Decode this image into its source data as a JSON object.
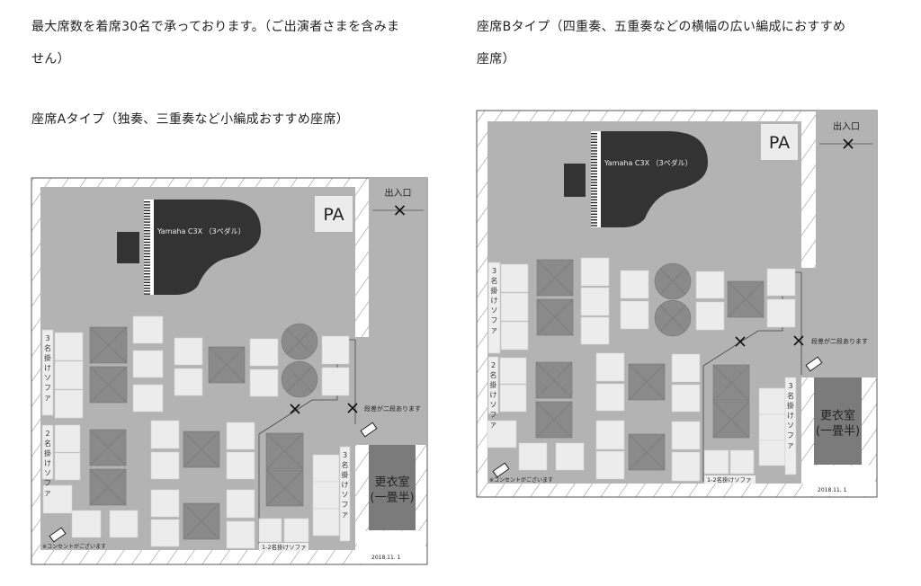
{
  "left_column": {
    "intro": "最大席数を着席30名で承っております。（ご出演者さまを含みません）",
    "intro_line1": "最大席数を着席30名で承っております。（ご出演者さまを含みま",
    "intro_line2": "せん）",
    "type_a_heading": "座席Aタイプ（独奏、三重奏など小編成おすすめ座席）"
  },
  "right_column": {
    "type_b_line1": "座席Bタイプ（四重奏、五重奏などの横幅の広い編成におすすめ",
    "type_b_line2": "座席）"
  },
  "floor_plan_labels": {
    "piano": "Yamaha C3X （3ペダル）",
    "pa": "PA",
    "entrance": "出入口",
    "step_note": "段差が二段あります",
    "dressing_room_1": "更衣室",
    "dressing_room_2": "(一畳半)",
    "sofa_3": "3名掛けソファ",
    "sofa_2": "2名掛けソファ",
    "sofa_1_2": "1-2名掛けソファ",
    "outlet_note": "※コンセントがございます",
    "date": "2018.11. 1"
  }
}
